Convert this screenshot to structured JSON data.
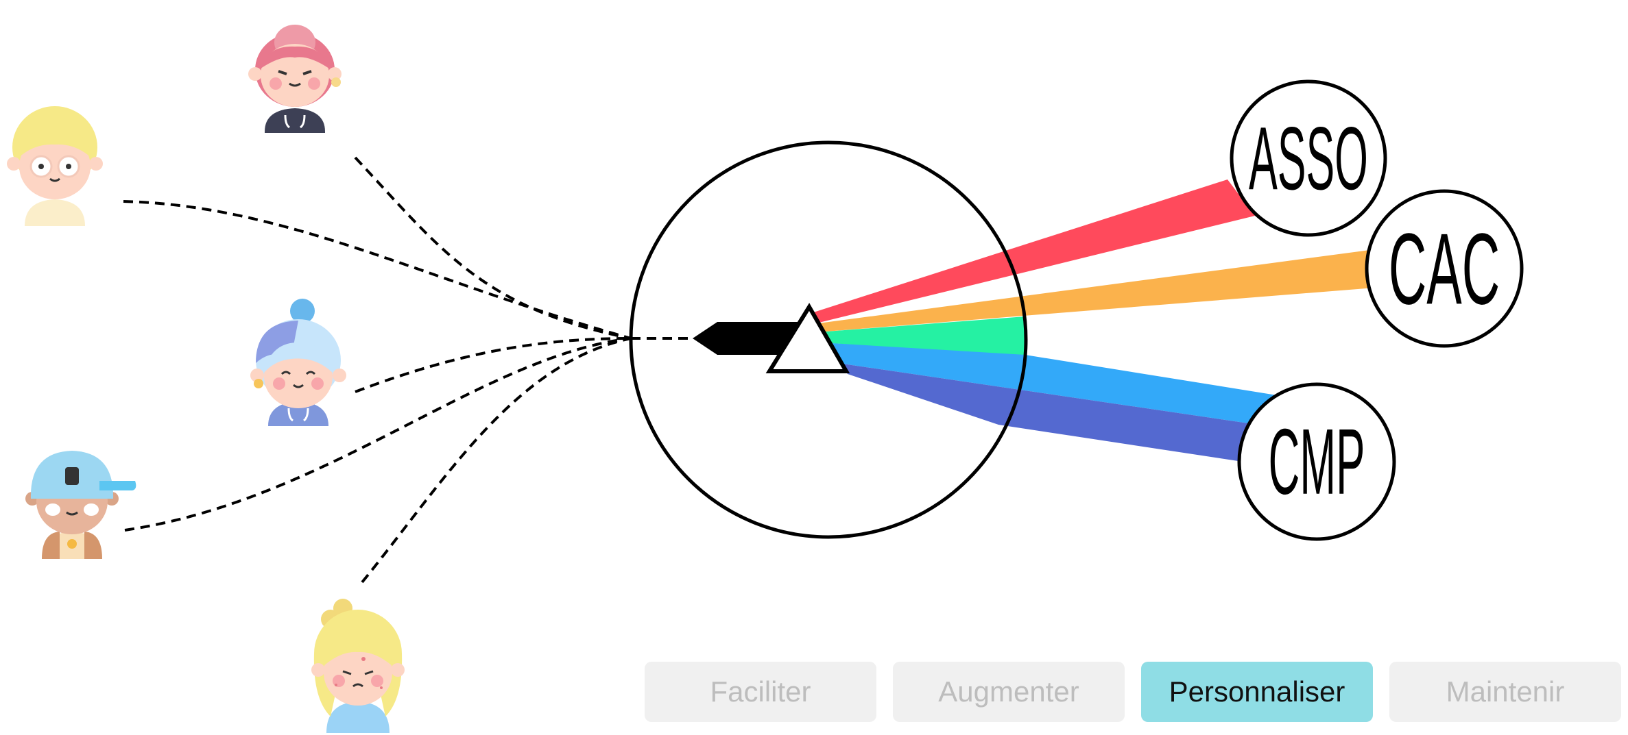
{
  "nodes": {
    "asso": "ASSO",
    "cac": "CAC",
    "cmp": "CMP"
  },
  "beams": [
    {
      "name": "red",
      "color": "#ff4a5c"
    },
    {
      "name": "orange",
      "color": "#fbb24c"
    },
    {
      "name": "green",
      "color": "#25f1a3"
    },
    {
      "name": "blue",
      "color": "#33a9f9"
    },
    {
      "name": "indigo",
      "color": "#5469d0"
    }
  ],
  "tabs": [
    {
      "label": "Faciliter",
      "active": false
    },
    {
      "label": "Augmenter",
      "active": false
    },
    {
      "label": "Personnaliser",
      "active": true
    },
    {
      "label": "Maintenir",
      "active": false
    }
  ],
  "colors": {
    "active_tab": "#8fdde5",
    "inactive_tab": "#f0f0f0",
    "inactive_text": "#bdbdbd"
  }
}
